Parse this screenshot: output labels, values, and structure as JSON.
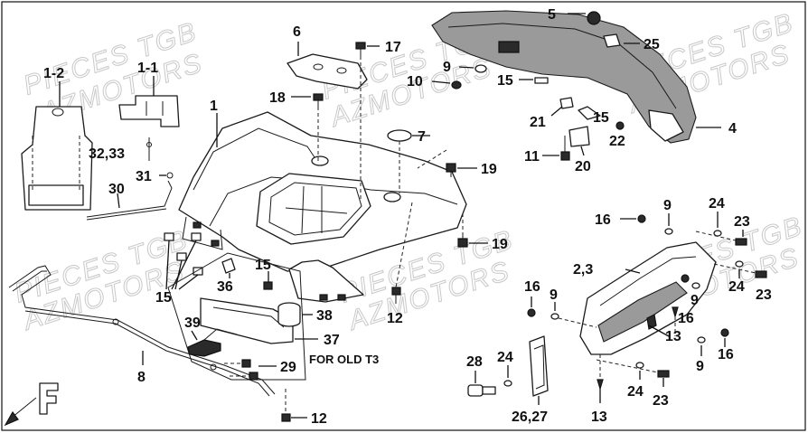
{
  "watermarks": {
    "line1": "PIECES TGB",
    "line2": "AZMOTORS"
  },
  "callouts": {
    "c1_2": "1-2",
    "c1_1": "1-1",
    "c1": "1",
    "c6": "6",
    "c17": "17",
    "c18": "18",
    "c5": "5",
    "c25": "25",
    "c9_top": "9",
    "c10": "10",
    "c15_top": "15",
    "c4": "4",
    "c21": "21",
    "c15_right": "15",
    "c22": "22",
    "c11": "11",
    "c20": "20",
    "c7": "7",
    "c19_a": "19",
    "c19_b": "19",
    "c32_33": "32,33",
    "c31": "31",
    "c30": "30",
    "c15_left": "15",
    "c36": "36",
    "c15_mid": "15",
    "c12_mid": "12",
    "c38": "38",
    "c39": "39",
    "c37": "37",
    "c8": "8",
    "c29": "29",
    "c12_bot": "12",
    "c16_a": "16",
    "c9_a": "9",
    "c24_a": "24",
    "c23_a": "23",
    "c2_3": "2,3",
    "c24_b": "24",
    "c23_b": "23",
    "c9_b": "9",
    "c16_b": "16",
    "c16_c": "16",
    "c9_c": "9",
    "c13_a": "13",
    "c9_d": "9",
    "c16_d": "16",
    "c28": "28",
    "c24_c": "24",
    "c24_d": "24",
    "c23_c": "23",
    "c26_27": "26,27",
    "c13_b": "13"
  },
  "note": "FOR OLD T3",
  "colors": {
    "ink": "#111111",
    "watermark": "#c9c9c9",
    "background": "#ffffff"
  },
  "icons": {
    "logo": "f-arrow-logo-icon"
  }
}
